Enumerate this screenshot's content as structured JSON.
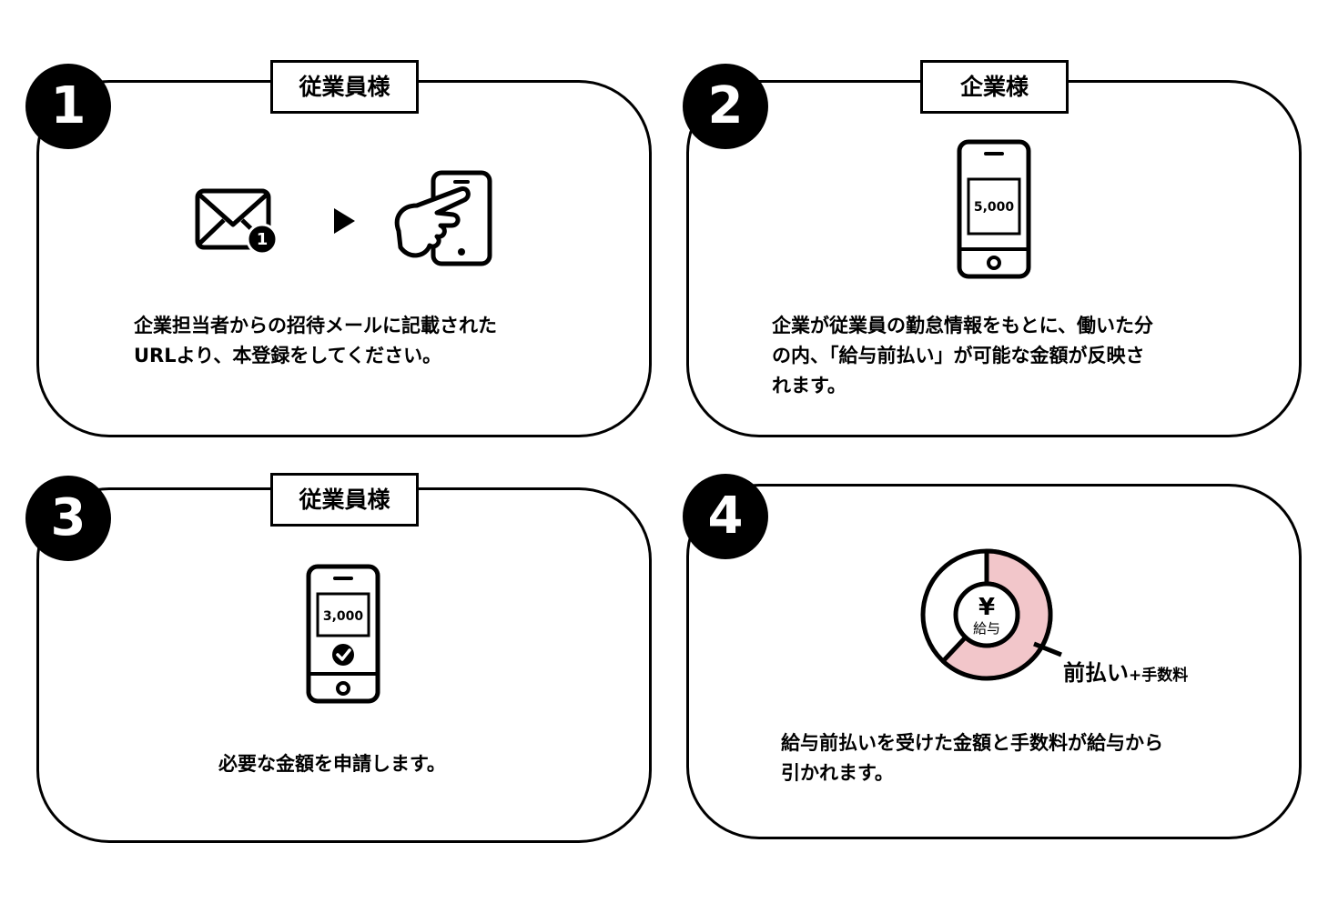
{
  "steps": [
    {
      "number": "1",
      "tag": "従業員様",
      "line1": "企業担当者からの招待メールに記載された",
      "line2": "URLより、本登録をしてください。",
      "line3": ""
    },
    {
      "number": "2",
      "tag": "企業様",
      "line1": "企業が従業員の勤怠情報をもとに、働いた分",
      "line2": "の内、「給与前払い」が可能な金額が反映さ",
      "line3": "れます。"
    },
    {
      "number": "3",
      "tag": "従業員様",
      "line1": "必要な金額を申請します。",
      "line2": "",
      "line3": ""
    },
    {
      "number": "4",
      "tag": "",
      "line1": "給与前払いを受けた金額と手数料が給与から",
      "line2": "引かれます。",
      "line3": ""
    }
  ],
  "icons": {
    "mail_badge": "1",
    "phone2_amount": "5,000",
    "phone3_amount": "3,000",
    "donut_center_symbol": "¥",
    "donut_center_label": "給与",
    "donut_callout_main": "前払い",
    "donut_callout_sub": "+手数料"
  },
  "colors": {
    "accent_pink": "#f2c6ca",
    "stroke": "#000000"
  },
  "chart_data": {
    "type": "pie",
    "categories": [
      "前払い+手数料",
      "給与"
    ],
    "values": [
      0.62,
      0.38
    ]
  }
}
